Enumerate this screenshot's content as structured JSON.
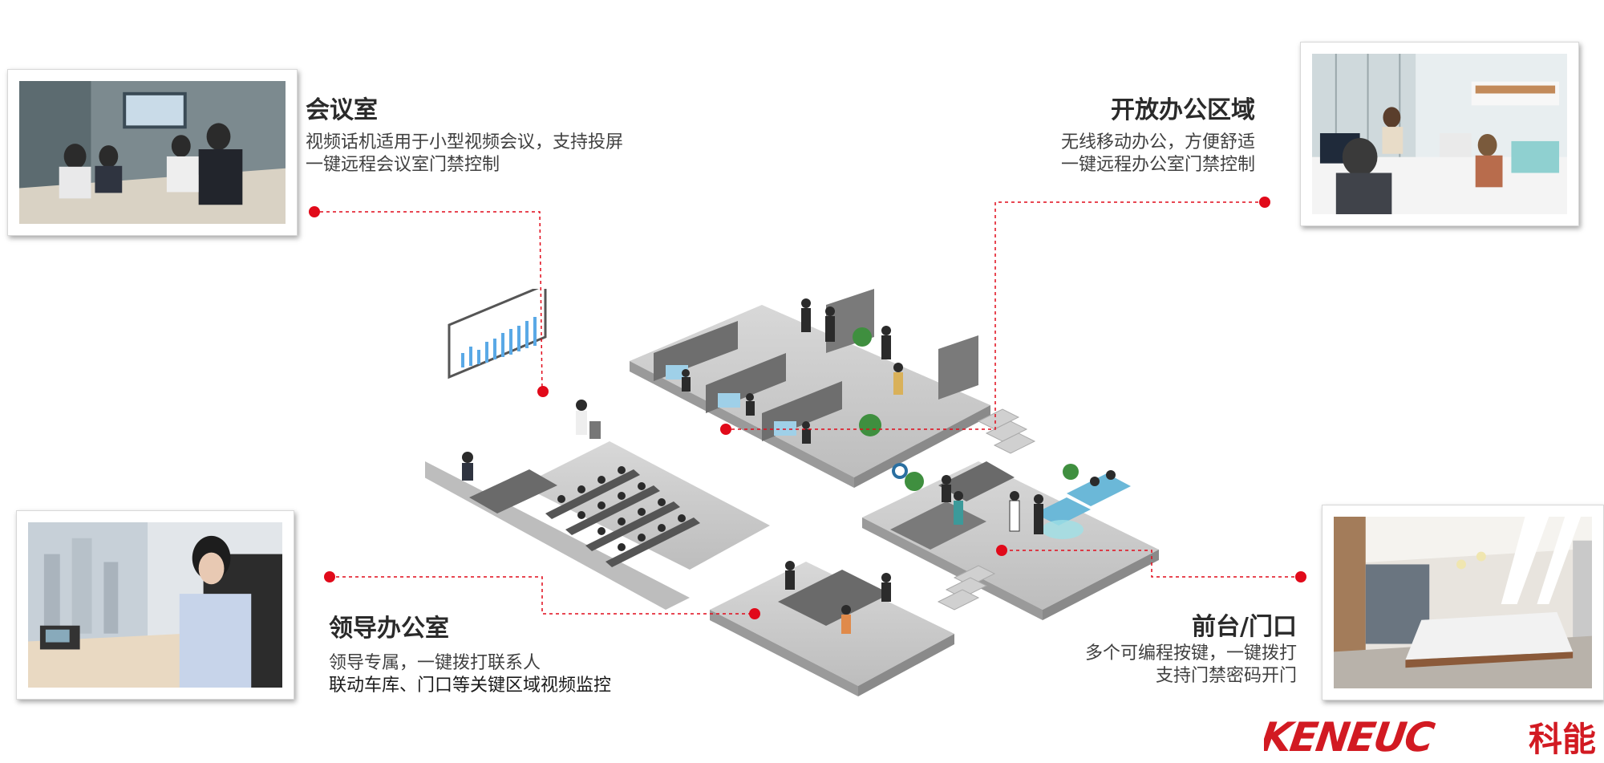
{
  "meeting_room": {
    "title": "会议室",
    "line1": "视频话机适用于小型视频会议，支持投屏",
    "line2": "一键远程会议室门禁控制"
  },
  "open_office": {
    "title": "开放办公区域",
    "line1": "无线移动办公，方便舒适",
    "line2": "一键远程办公室门禁控制"
  },
  "leader_office": {
    "title": "领导办公室",
    "line1": "领导专属，一键拨打联系人",
    "line2": "联动车库、门口等关键区域视频监控"
  },
  "front_desk": {
    "title": "前台/门口",
    "line1": "多个可编程按键，一键拨打",
    "line2": "支持门禁密码开门"
  },
  "logo": {
    "brand": "KENEUC",
    "cn": "科能"
  },
  "colors": {
    "accent": "#e10a1a",
    "floor": "#cfcfcf",
    "furniture": "#6d6d6d"
  }
}
